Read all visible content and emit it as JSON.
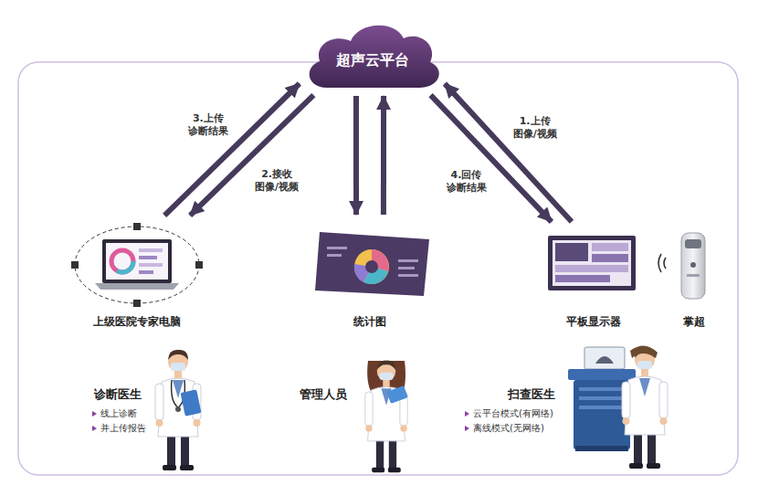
{
  "diagram": {
    "nodes": [
      {
        "text": [
          "超声云平台"
        ]
      },
      {
        "text": [
          "上级医院专家电脑"
        ]
      },
      {
        "text": [
          "统计图"
        ]
      },
      {
        "text": [
          "平板显示器"
        ]
      },
      {
        "text": [
          "掌超"
        ]
      }
    ],
    "edges": [
      {
        "from": 1,
        "to": 0,
        "arrow": "to",
        "label": "3.上传 诊断结果"
      },
      {
        "from": 0,
        "to": 1,
        "arrow": "to",
        "label": "2.接收 图像/视频"
      },
      {
        "from": 0,
        "to": 2,
        "arrow": "to"
      },
      {
        "from": 2,
        "to": 0,
        "arrow": "to"
      },
      {
        "from": 0,
        "to": 3,
        "arrow": "to",
        "label": "4.回传 诊断结果"
      },
      {
        "from": 3,
        "to": 0,
        "arrow": "to",
        "label": "1.上传 图像/视频"
      }
    ],
    "labels": [
      "诊断医生",
      "线上诊断",
      "并上传报告",
      "管理人员",
      "扫查医生",
      "云平台模式(有网络)",
      "离线模式(无网络)"
    ]
  }
}
